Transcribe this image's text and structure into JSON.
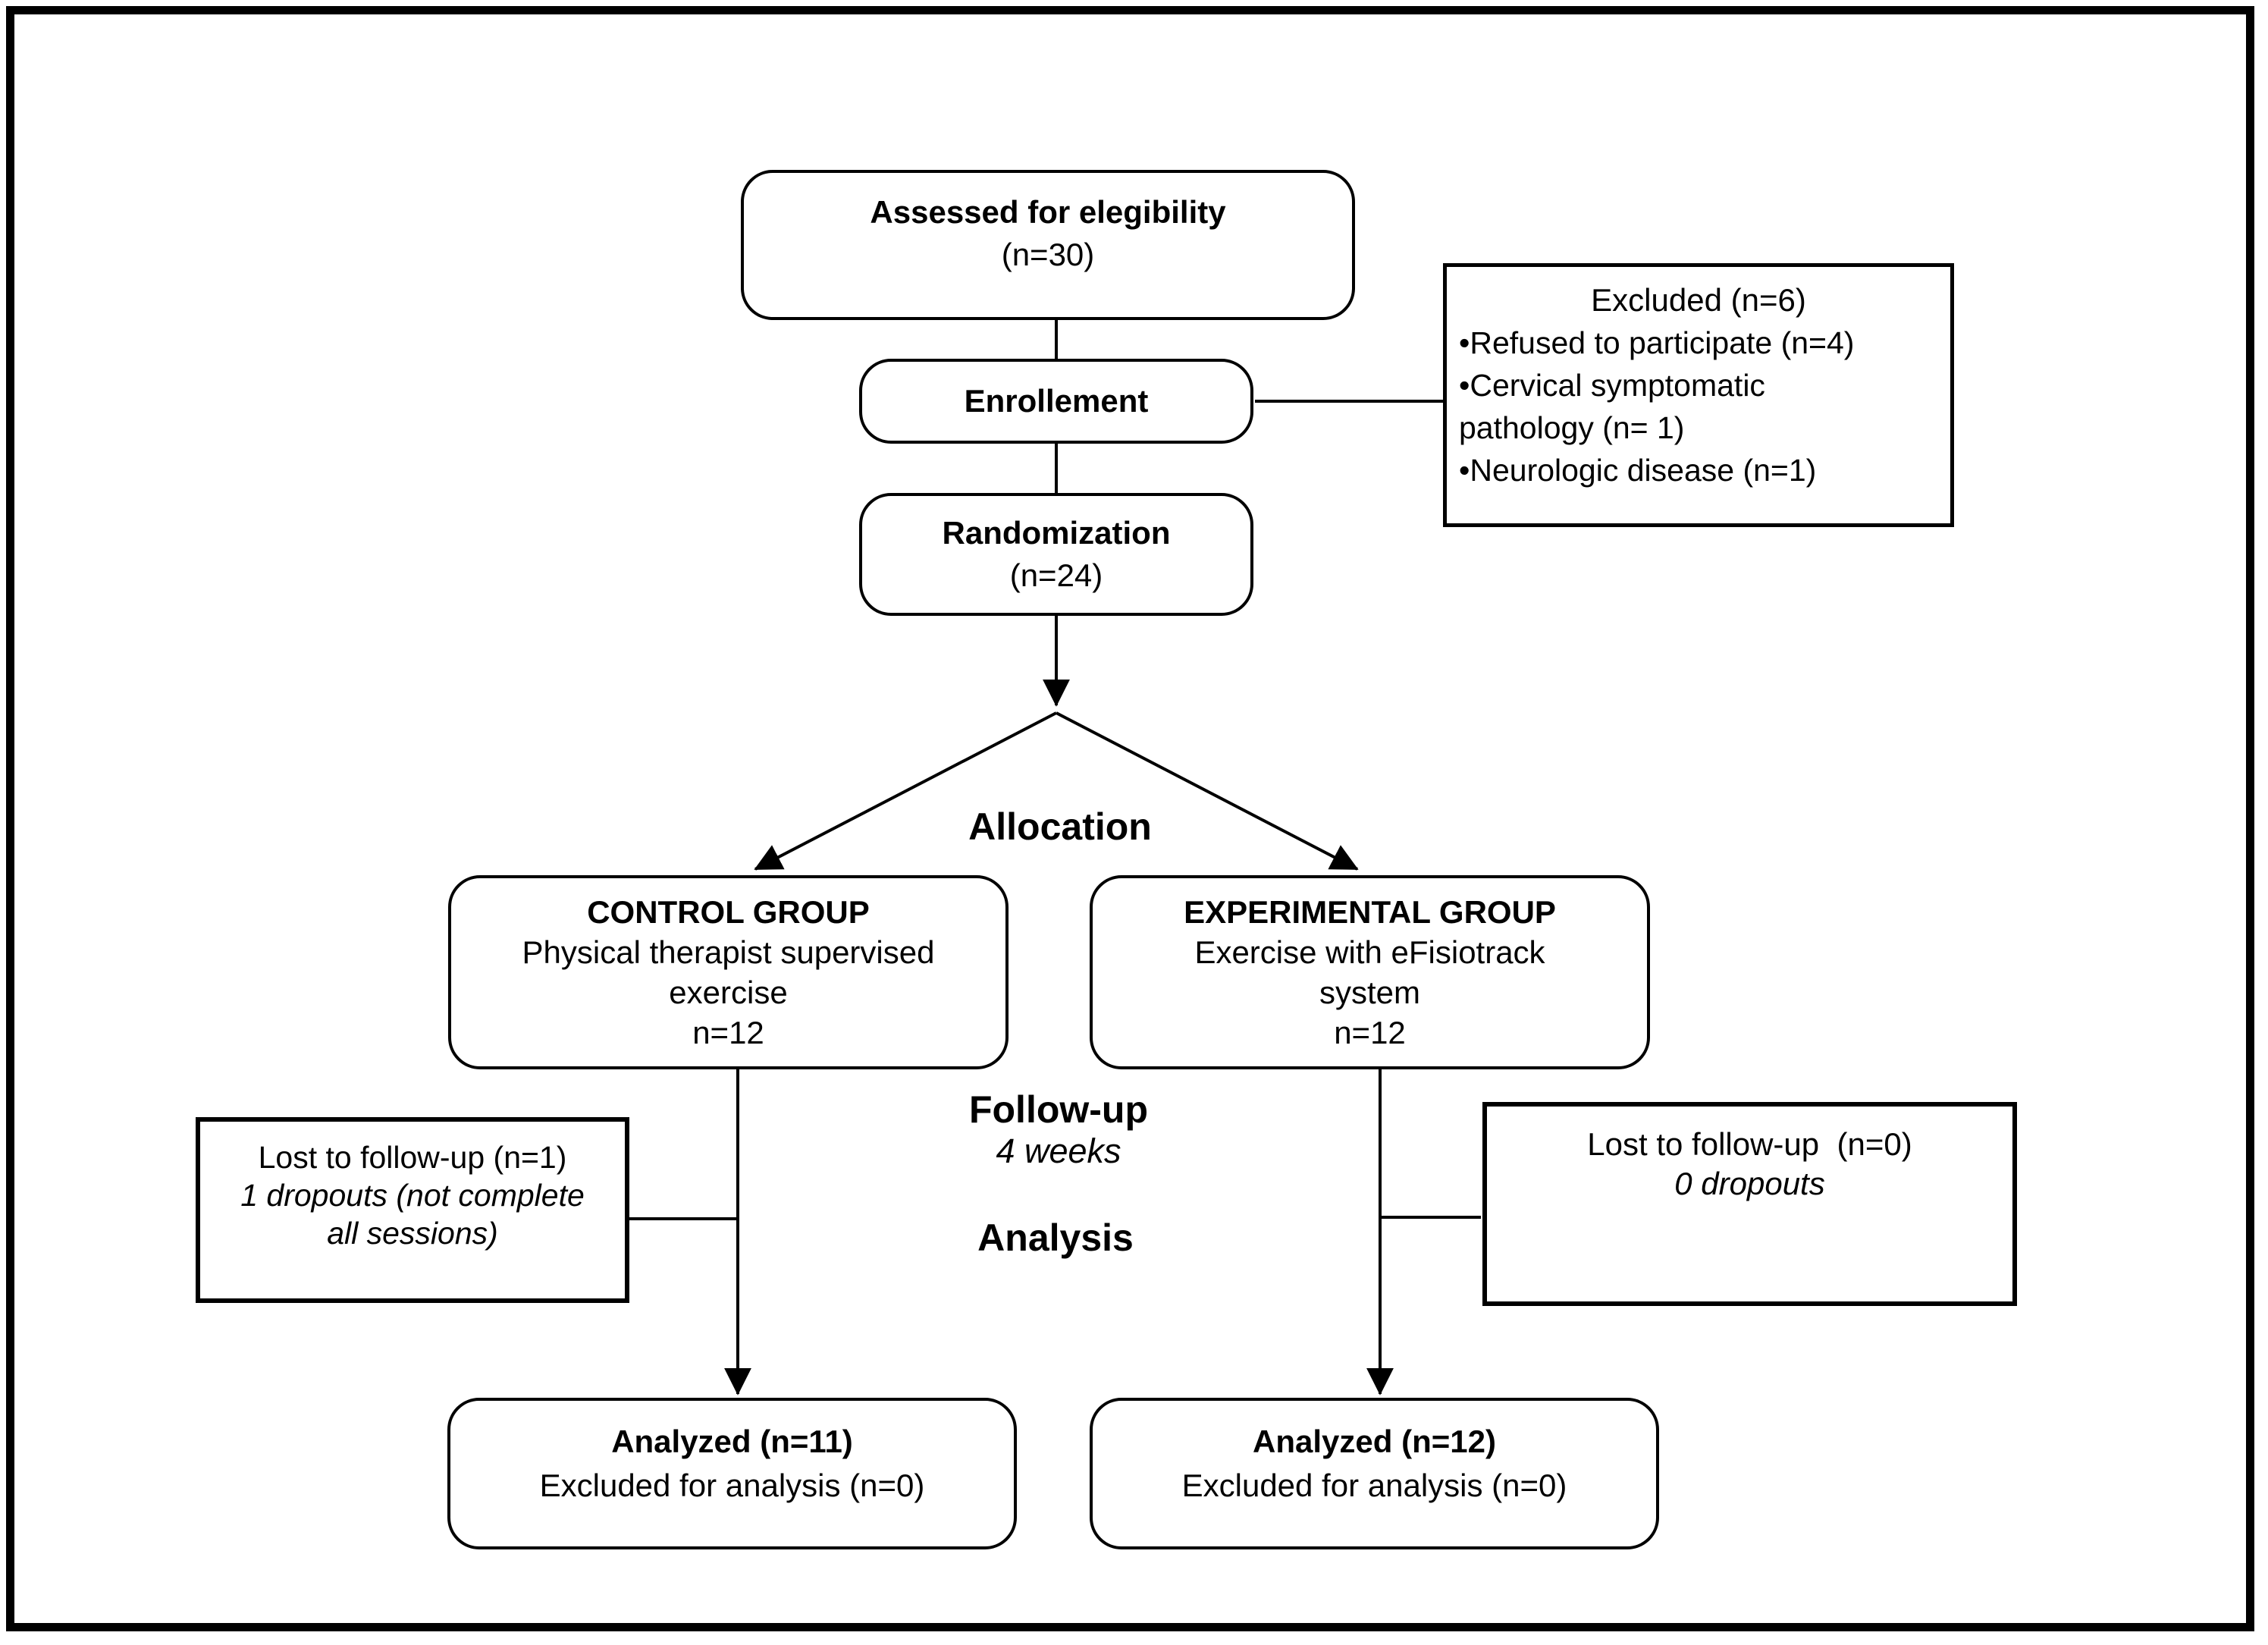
{
  "colors": {
    "ink": "#000000",
    "paper": "#ffffff"
  },
  "boxes": {
    "assessed": {
      "title": "Assessed for elegibility",
      "count": "(n=30)"
    },
    "enrollement": {
      "title": "Enrollement"
    },
    "excluded": {
      "title": "Excluded (n=6)",
      "items": [
        "•Refused to participate (n=4)",
        "•Cervical symptomatic",
        "pathology (n= 1)",
        "•Neurologic disease (n=1)"
      ]
    },
    "randomization": {
      "title": "Randomization",
      "count": "(n=24)"
    },
    "control": {
      "title": "CONTROL GROUP",
      "lines": [
        "Physical therapist supervised",
        "exercise",
        "n=12"
      ]
    },
    "experimental": {
      "title": "EXPERIMENTAL GROUP",
      "lines": [
        "Exercise with eFisiotrack",
        "system",
        "n=12"
      ]
    },
    "lost_control": {
      "title": "Lost to follow-up (n=1)",
      "detail": [
        "1 dropouts (not complete",
        "all sessions)"
      ]
    },
    "lost_experimental": {
      "title": "Lost to follow-up  (n=0)",
      "detail": [
        "0 dropouts"
      ]
    },
    "analyzed_control": {
      "title": "Analyzed (n=11)",
      "subtitle": "Excluded for analysis (n=0)"
    },
    "analyzed_experimental": {
      "title": "Analyzed (n=12)",
      "subtitle": "Excluded for analysis (n=0)"
    }
  },
  "stage_labels": {
    "allocation": "Allocation",
    "followup": "Follow-up",
    "followup_period": "4 weeks",
    "analysis": "Analysis"
  }
}
